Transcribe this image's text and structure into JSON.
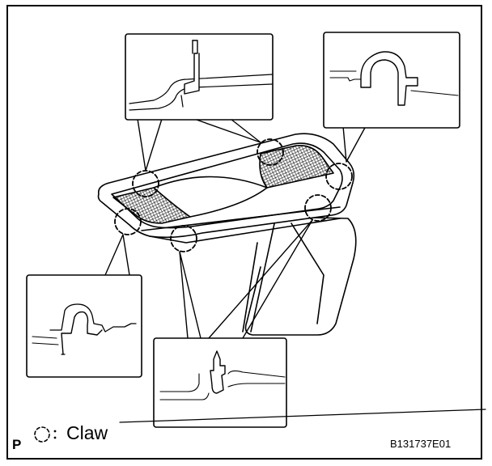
{
  "figure": {
    "legend_letter": "P",
    "legend_symbol": "dashed-circle-icon",
    "legend_label": "Claw",
    "code": "B131737E01"
  }
}
